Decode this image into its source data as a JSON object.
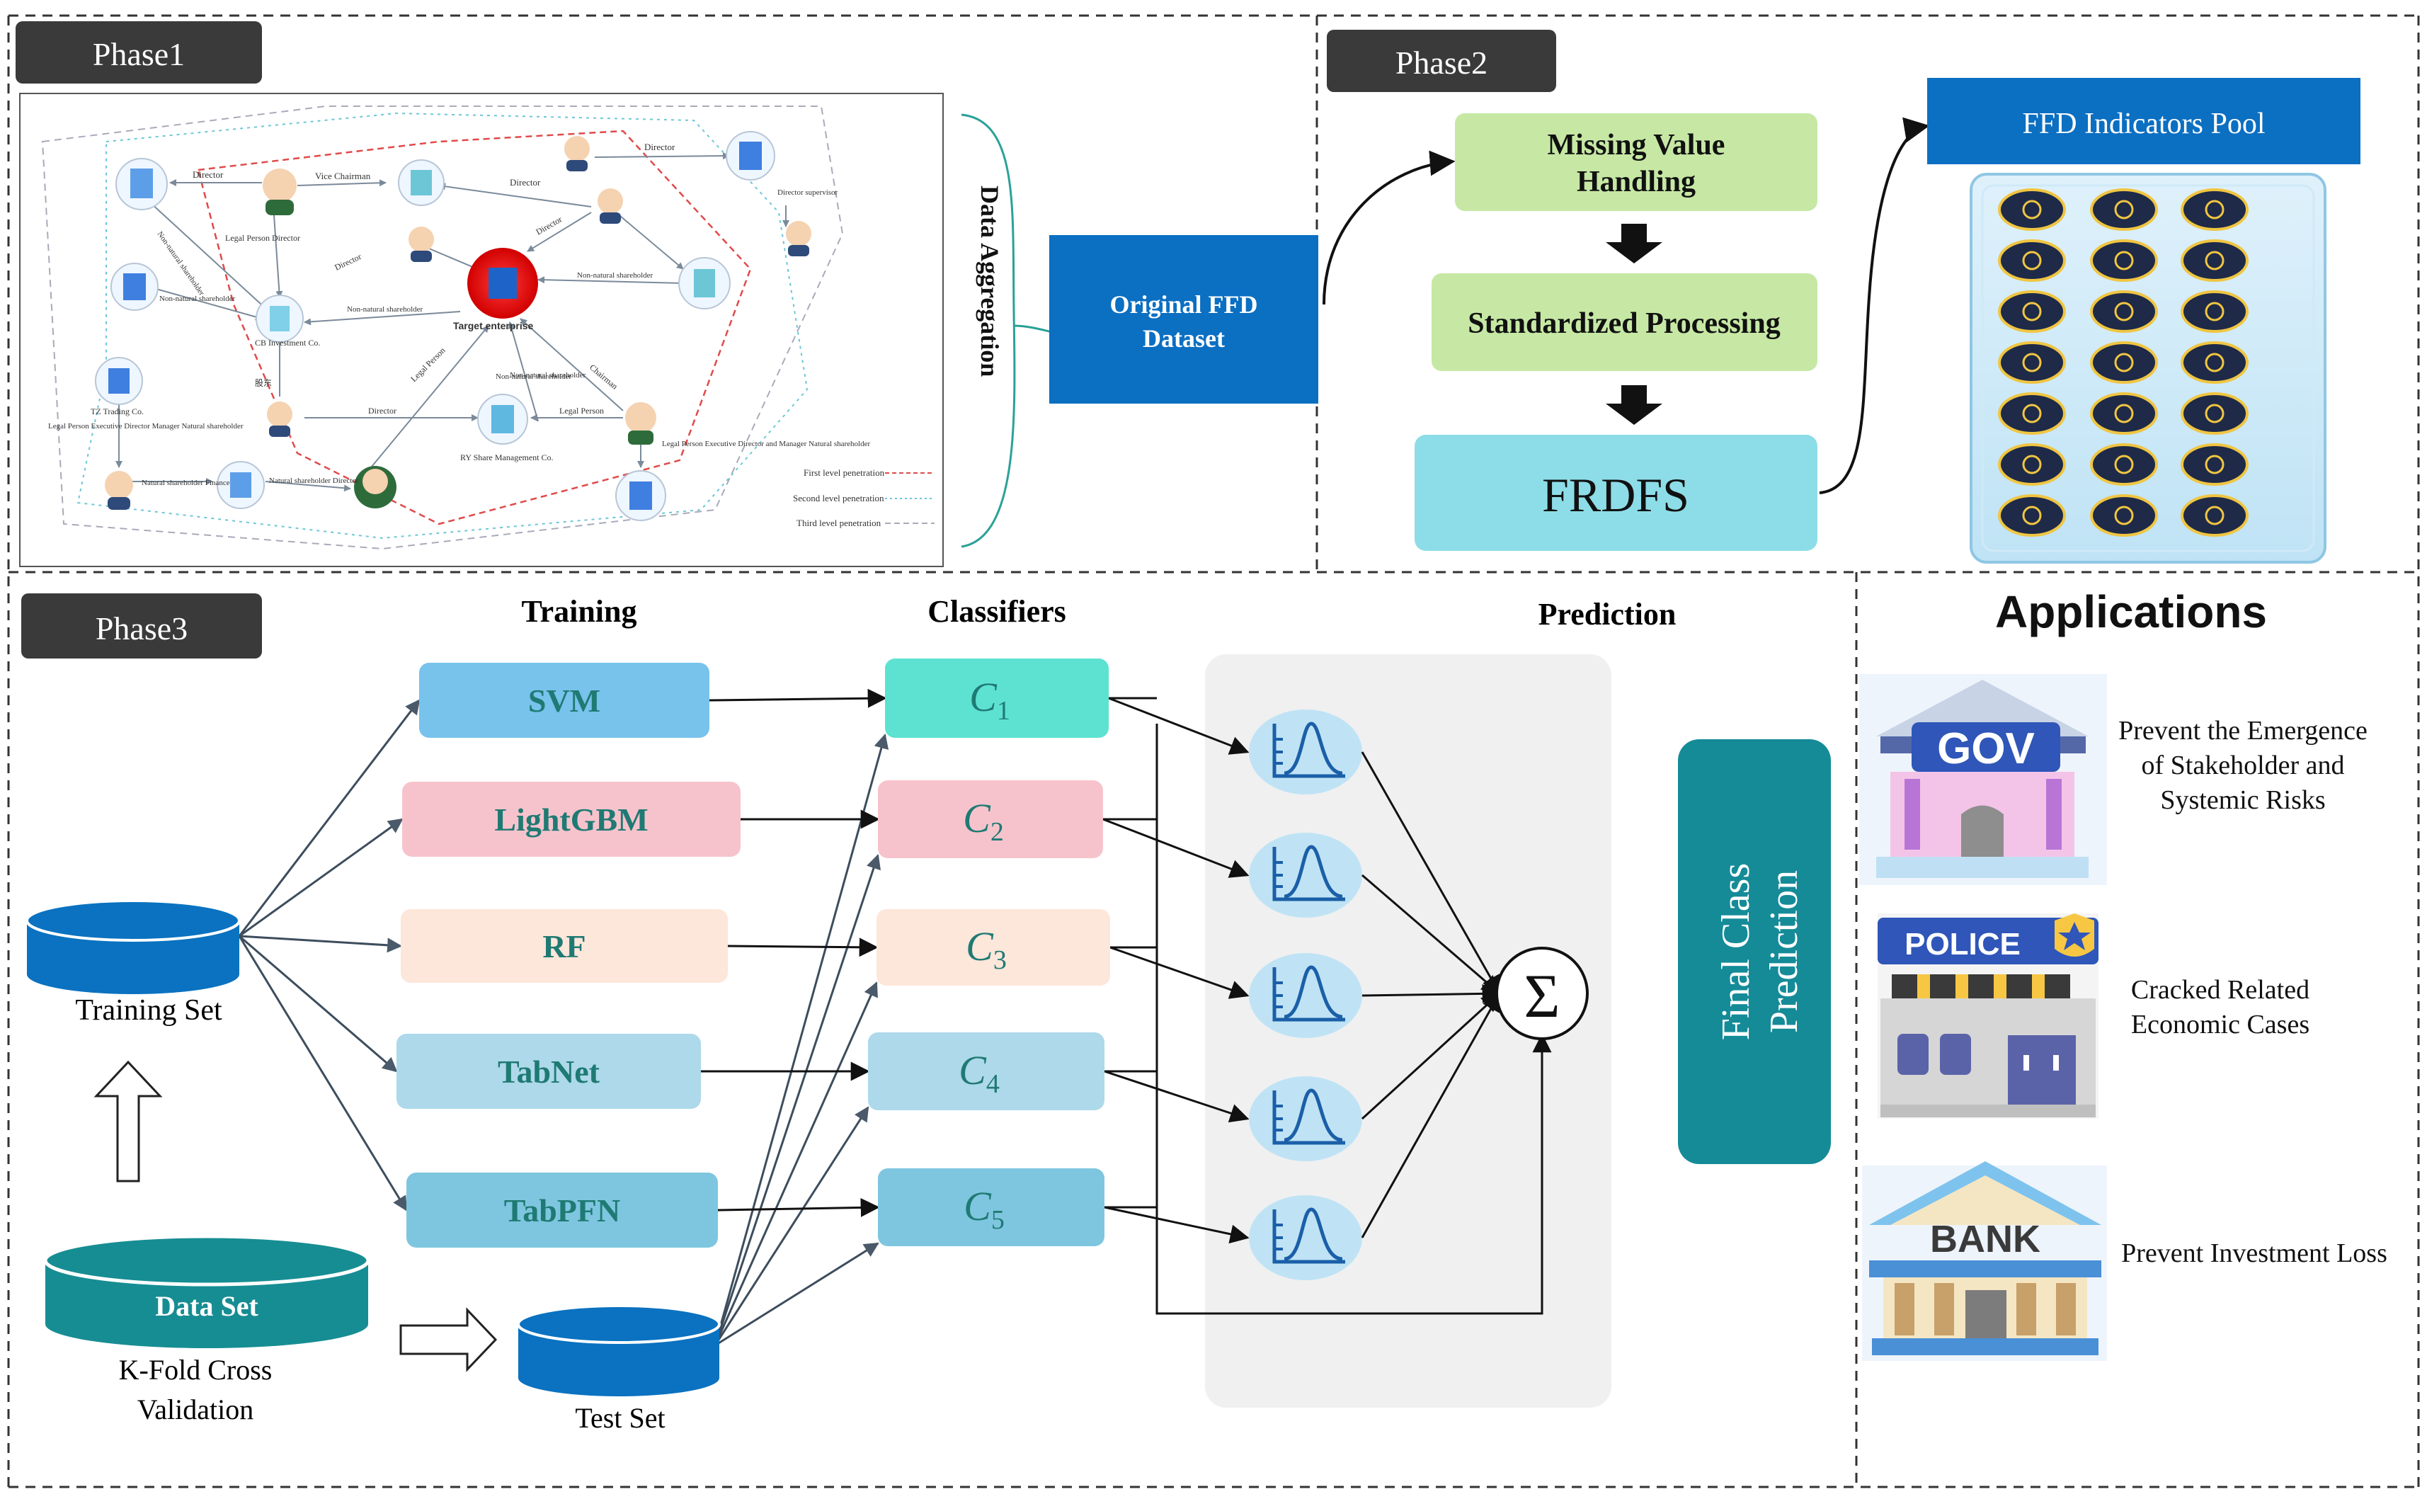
{
  "phases": {
    "phase1": "Phase1",
    "phase2": "Phase2",
    "phase3": "Phase3"
  },
  "phase1": {
    "data_aggregation": "Data Aggregation",
    "original_dataset": [
      "Original FFD",
      "Dataset"
    ],
    "network": {
      "target": "Target enterprise",
      "cb": "CB Investment Co.",
      "tz": "TZ Trading Co.",
      "ry": "RY Share Management Co.",
      "labels": [
        "Director",
        "Vice Chairman",
        "Director",
        "Director",
        "Director supervisor",
        "Legal Person Director",
        "Non-natural shareholder",
        "Director",
        "Non-natural shareholder",
        "Non-natural shareholder",
        "Non-natural shareholder",
        "Director",
        "Legal Person",
        "Non-natural shareholder",
        "Chairman",
        "Director",
        "Legal Person",
        "Legal Person Executive Director Manager Natural shareholder",
        "Natural shareholder Finance",
        "Natural shareholder Director",
        "Legal Person Executive Director and Manager Natural shareholder",
        "Non-natural shareholder",
        "股东"
      ],
      "legend": [
        "First level penetration",
        "Second level penetration",
        "Third level penetration"
      ]
    }
  },
  "phase2": {
    "missing": [
      "Missing Value",
      "Handling"
    ],
    "standardized": "Standardized Processing",
    "frdfs": "FRDFS",
    "pool": "FFD Indicators Pool"
  },
  "phase3": {
    "training": "Training",
    "classifiers": "Classifiers",
    "prediction": "Prediction",
    "models": [
      "SVM",
      "LightGBM",
      "RF",
      "TabNet",
      "TabPFN"
    ],
    "classifier_letter": "C",
    "classifier_subs": [
      "1",
      "2",
      "3",
      "4",
      "5"
    ],
    "training_set": "Training Set",
    "data_set": "Data Set",
    "kfold": [
      "K-Fold Cross",
      "Validation"
    ],
    "test_set": "Test Set",
    "sum_symbol": "Σ",
    "final": [
      "Final Class",
      "Prediction"
    ]
  },
  "applications": {
    "title": "Applications",
    "items": [
      {
        "icon": "GOV",
        "text": [
          "Prevent the Emergence",
          "of Stakeholder and",
          "Systemic Risks"
        ]
      },
      {
        "icon": "POLICE",
        "text": [
          "Cracked Related",
          "Economic Cases"
        ]
      },
      {
        "icon": "BANK",
        "text": [
          "Prevent Investment Loss"
        ]
      }
    ]
  },
  "colors": {
    "phase_tag": "#3a3a3a",
    "blue_box": "#0b6fc2",
    "green_box": "#c6e8a4",
    "cyan_box": "#8ddde8",
    "teal_final": "#158b98",
    "svm": "#77c3ec",
    "lightgbm": "#f6c3cc",
    "rf": "#fde6da",
    "tabnet": "#add9ea",
    "tabpfn": "#7ec6df",
    "c1": "#5de2d1",
    "c2": "#f6c3cc",
    "c3": "#fde6da",
    "c4": "#add9ea",
    "c5": "#7ec6df",
    "model_text": "#1f7a73",
    "cyl_blue": "#0a72c0",
    "cyl_teal": "#168d93"
  }
}
